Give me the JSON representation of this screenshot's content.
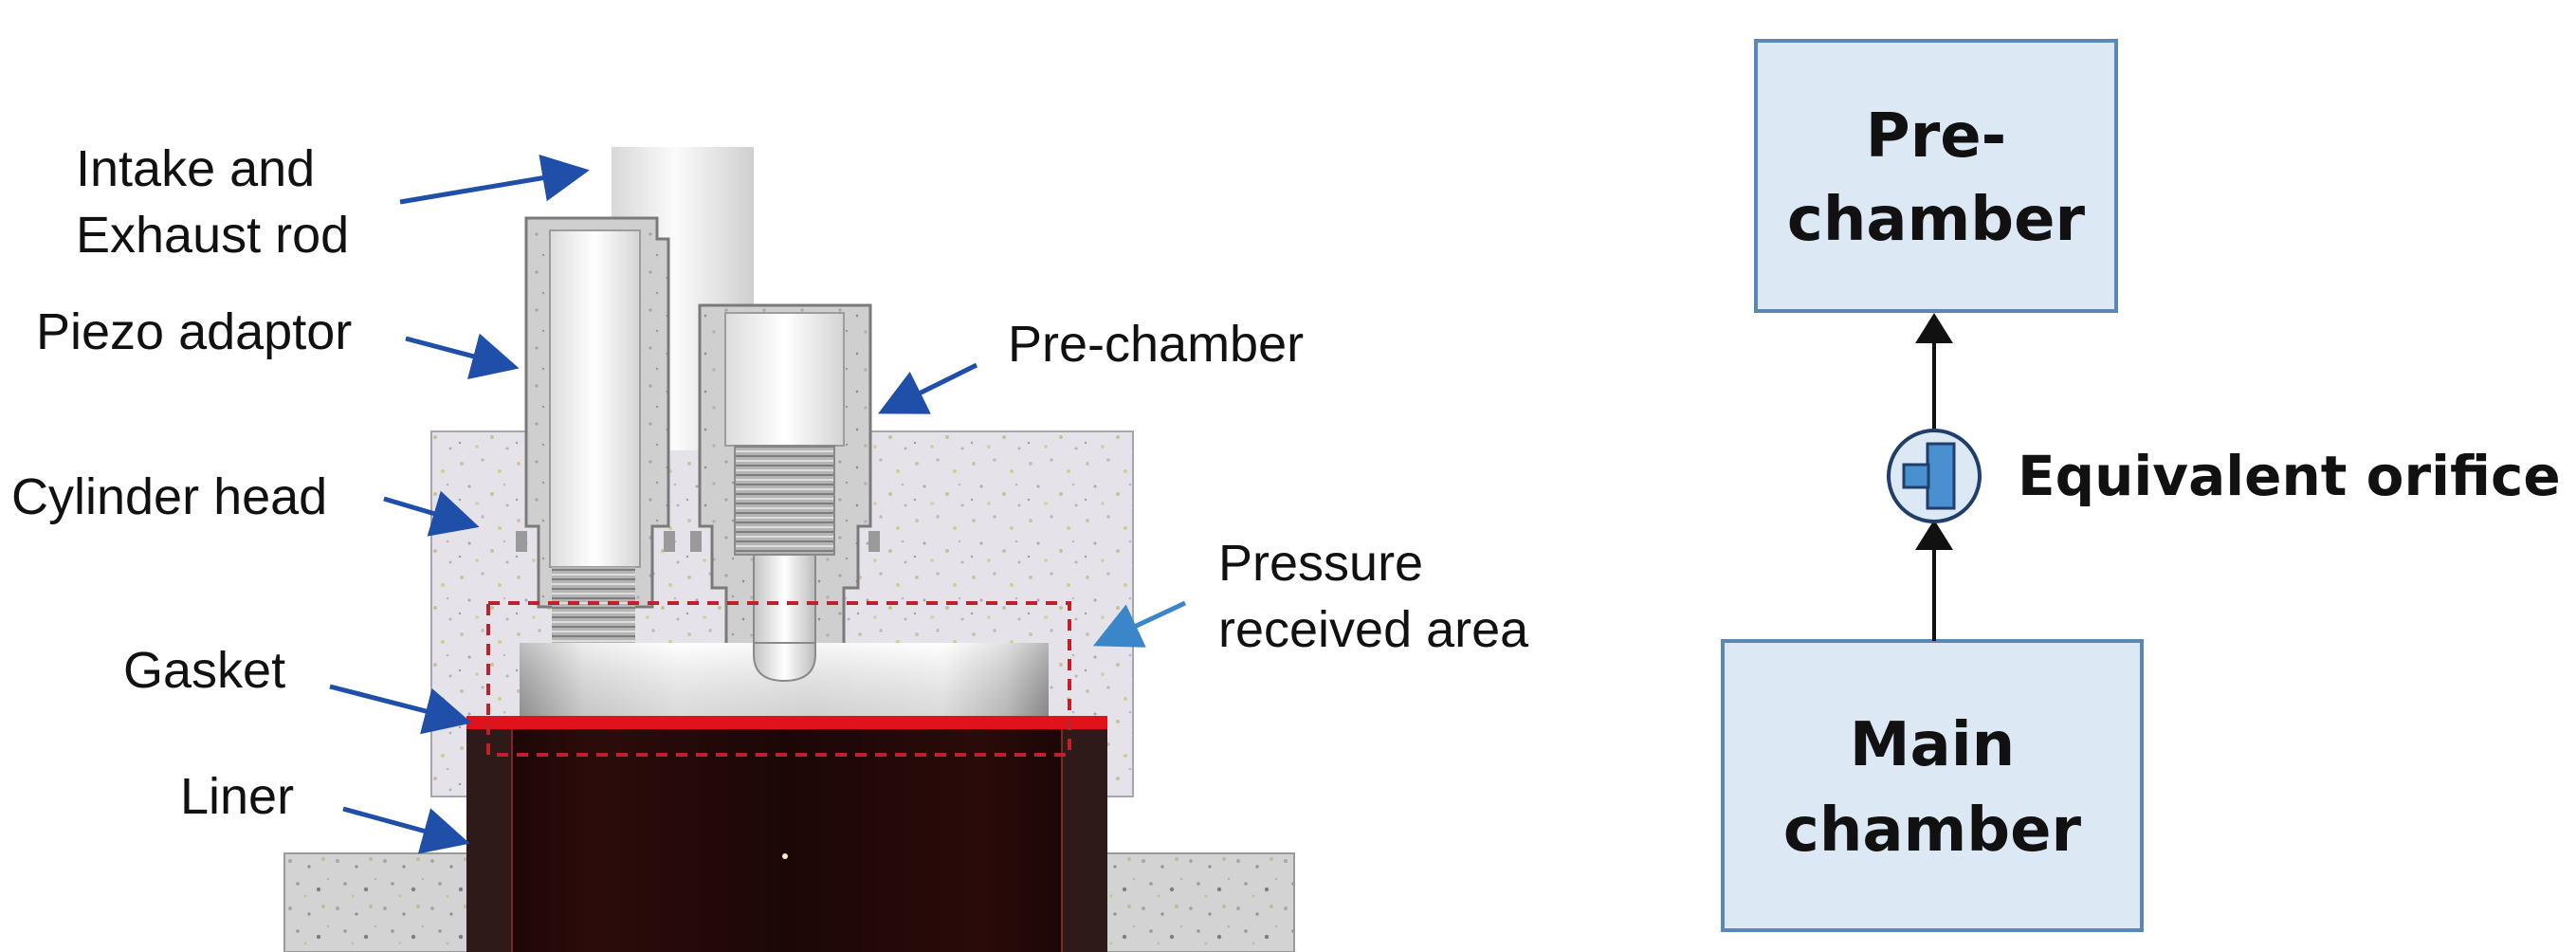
{
  "left_diagram": {
    "labels": {
      "intake_line1": "Intake and",
      "intake_line2": "Exhaust rod",
      "piezo": "Piezo adaptor",
      "cylinder_head": "Cylinder head",
      "gasket": "Gasket",
      "liner": "Liner",
      "prechamber": "Pre-chamber",
      "pressure_line1": "Pressure",
      "pressure_line2": "received area"
    }
  },
  "right_diagram": {
    "top_box": {
      "line1": "Pre-",
      "line2": "chamber"
    },
    "bottom_box": {
      "line1": "Main",
      "line2": "chamber"
    },
    "orifice_label": "Equivalent orifice"
  },
  "colors": {
    "arrow_blue": "#1f4fa8",
    "arrow_light_blue": "#3a86c8",
    "box_fill": "#dce9f5",
    "box_stroke": "#5b87b5",
    "gasket_red": "#e0131b",
    "dashed_red": "#c0202a",
    "liner_dark": "#1e0a08",
    "orifice_blue": "#4a8fd0"
  }
}
